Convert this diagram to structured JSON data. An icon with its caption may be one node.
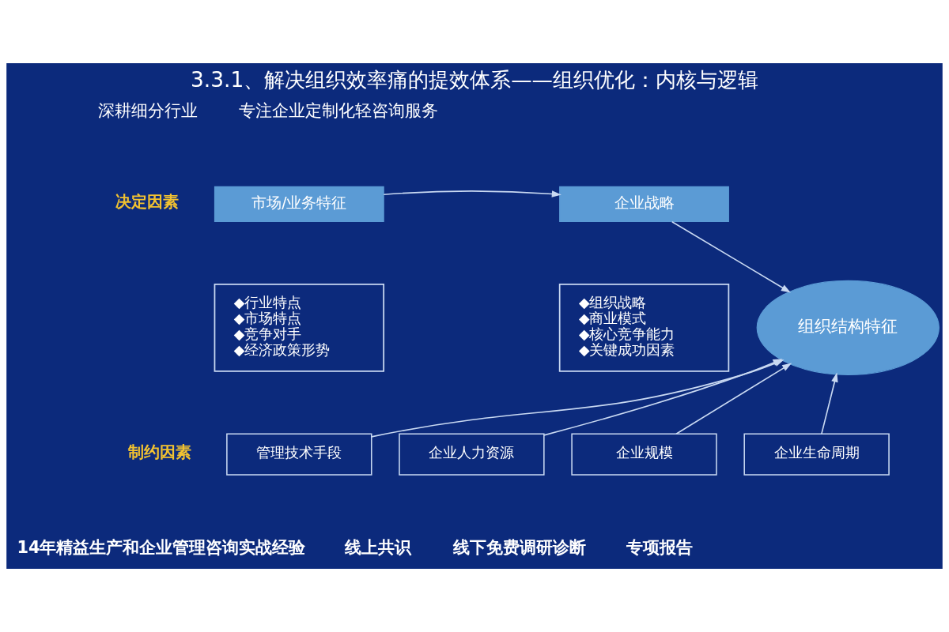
{
  "diagram": {
    "title": "3.3.1、解决组织效率痛的提效体系——组织优化：内核与逻辑",
    "nodes": [
      {
        "text": [
          "市场/业务特征"
        ]
      },
      {
        "text": [
          "◆行业特点",
          "◆市场特点",
          "◆竞争对手",
          "◆经济政策形势"
        ]
      },
      {
        "text": [
          "企业战略"
        ]
      },
      {
        "text": [
          "◆组织战略",
          "◆商业模式",
          "◆核心竞争能力",
          "◆关键成功因素"
        ]
      },
      {
        "text": [
          "组织结构特征"
        ]
      },
      {
        "text": [
          "管理技术手段"
        ]
      },
      {
        "text": [
          "企业人力资源"
        ]
      },
      {
        "text": [
          "企业规模"
        ]
      },
      {
        "text": [
          "企业生命周期"
        ]
      }
    ],
    "edges": [
      {
        "from": 0,
        "to": 2,
        "arrow": "to"
      },
      {
        "from": 2,
        "to": 4,
        "arrow": "to"
      },
      {
        "from": 5,
        "to": 4,
        "arrow": "to"
      },
      {
        "from": 6,
        "to": 4,
        "arrow": "to"
      },
      {
        "from": 7,
        "to": 4,
        "arrow": "to"
      },
      {
        "from": 8,
        "to": 4,
        "arrow": "to"
      }
    ],
    "labels": [
      "深耕细分行业",
      "专注企业定制化轻咨询服务",
      "决定因素",
      "制约因素",
      "14年精益生产和企业管理咨询实战经验",
      "线上共识",
      "线下免费调研诊断",
      "专项报告"
    ]
  }
}
